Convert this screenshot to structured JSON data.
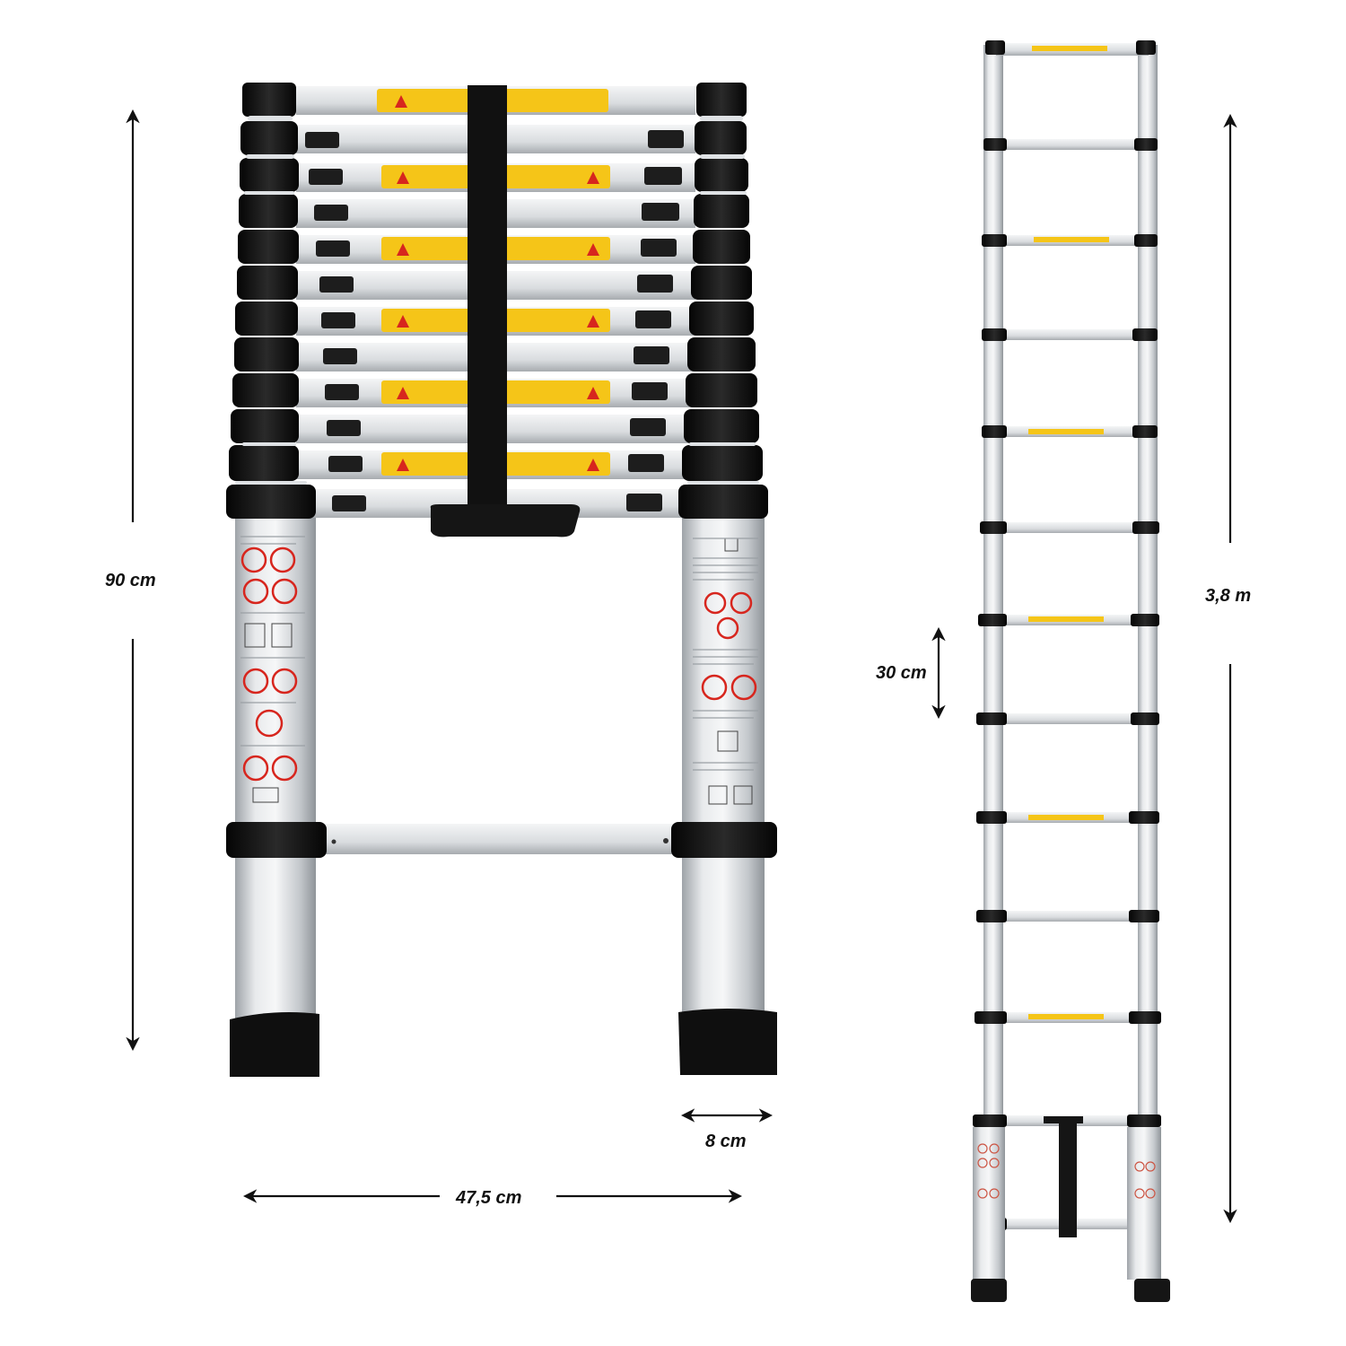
{
  "figure": {
    "subject": "telescopic aluminium ladder",
    "views": [
      {
        "name": "collapsed",
        "rungs": 13,
        "has_bottom_rung": true
      },
      {
        "name": "extended",
        "rungs": 13
      }
    ]
  },
  "dimensions": {
    "collapsed_height": "90 cm",
    "collapsed_width": "47,5 cm",
    "tube_width": "8 cm",
    "rung_spacing": "30 cm",
    "extended_height": "3,8 m"
  },
  "colors": {
    "aluminium": "#c9ccd0",
    "aluminium_light": "#eceef0",
    "caps": "#151515",
    "warning_label": "#f5c518",
    "arrow": "#111111"
  }
}
